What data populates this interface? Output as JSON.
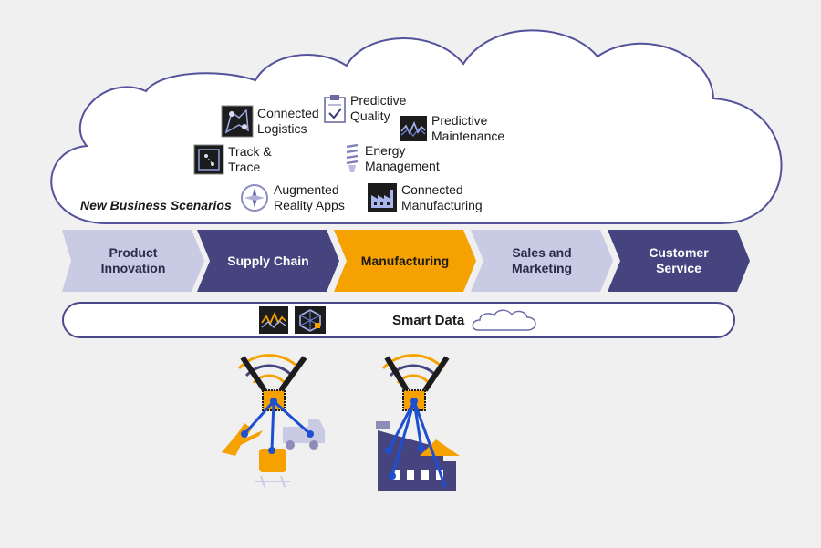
{
  "scenarios": {
    "heading": "New Business Scenarios",
    "items": [
      {
        "id": "connected-logistics",
        "label": "Connected\nLogistics",
        "icon": "map-pins-icon"
      },
      {
        "id": "predictive-quality",
        "label": "Predictive\nQuality",
        "icon": "clipboard-check-icon"
      },
      {
        "id": "predictive-maintenance",
        "label": "Predictive\nMaintenance",
        "icon": "waveform-icon"
      },
      {
        "id": "track-trace",
        "label": "Track &\nTrace",
        "icon": "location-map-icon"
      },
      {
        "id": "energy-management",
        "label": "Energy\nManagement",
        "icon": "light-bulb-icon"
      },
      {
        "id": "augmented-reality",
        "label": "Augmented\nReality Apps",
        "icon": "compass-icon"
      },
      {
        "id": "connected-manufacturing",
        "label": "Connected\nManufacturing",
        "icon": "factory-icon"
      }
    ]
  },
  "value_chain": [
    {
      "label": "Product\nInnovation",
      "fill": "#c9cbe4",
      "text_color": "#2a2a4a"
    },
    {
      "label": "Supply Chain",
      "fill": "#45447f",
      "text_color": "#ffffff"
    },
    {
      "label": "Manufacturing",
      "fill": "#f5a100",
      "text_color": "#1a1a1a"
    },
    {
      "label": "Sales and\nMarketing",
      "fill": "#c9cbe4",
      "text_color": "#2a2a4a"
    },
    {
      "label": "Customer\nService",
      "fill": "#45447f",
      "text_color": "#ffffff"
    }
  ],
  "smart_data": {
    "label": "Smart Data",
    "icons": [
      "waveform-icon",
      "cube-network-icon",
      "cloud-icon"
    ]
  },
  "bottom_icons": [
    "logistics-sensor-icon",
    "factory-sensor-icon"
  ],
  "colors": {
    "dark": "#45447f",
    "light": "#c9cbe4",
    "accent": "#f5a100",
    "sensor_line": "#1f4fd1"
  }
}
